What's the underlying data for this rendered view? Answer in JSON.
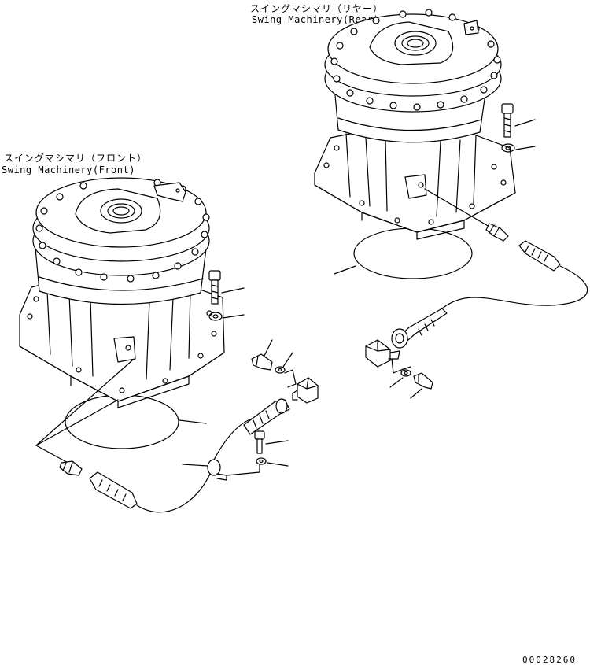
{
  "labels": {
    "rear_jp": "スイングマシマリ（リヤー）",
    "rear_en": "Swing Machinery(Rear)",
    "front_jp": "スイングマシマリ（フロント）",
    "front_en": "Swing Machinery(Front)",
    "drawing_number": "00028260"
  }
}
